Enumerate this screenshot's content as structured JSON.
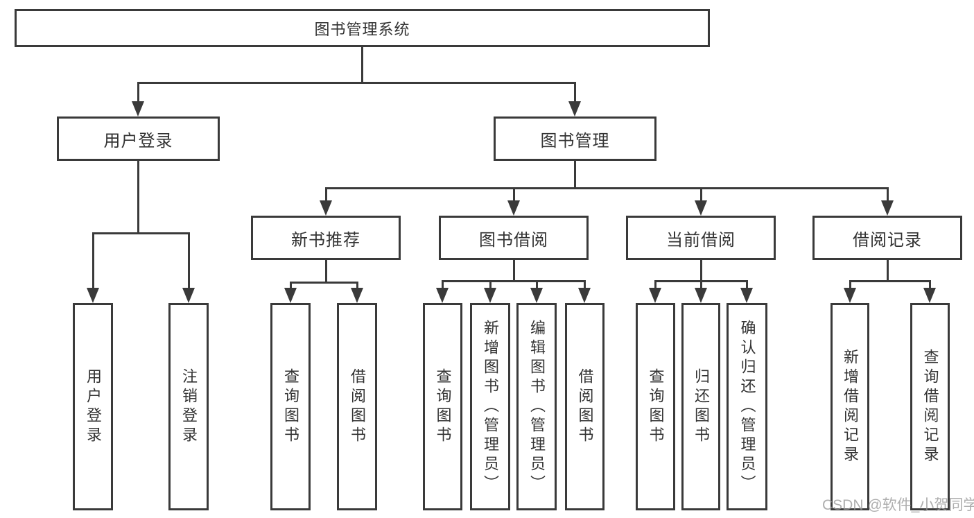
{
  "diagram": {
    "root": {
      "label": "图书管理系统"
    },
    "branches": {
      "user_login": {
        "label": "用户登录",
        "children": {
          "login": {
            "label": "用户登录"
          },
          "logout": {
            "label": "注销登录"
          }
        }
      },
      "book_mgmt": {
        "label": "图书管理",
        "children": {
          "new_book": {
            "label": "新书推荐",
            "children": {
              "query_book": {
                "label": "查询图书"
              },
              "borrow_book": {
                "label": "借阅图书"
              }
            }
          },
          "book_borrow": {
            "label": "图书借阅",
            "children": {
              "query_book": {
                "label": "查询图书"
              },
              "add_book": {
                "label": "新增图书（管理员）"
              },
              "edit_book": {
                "label": "编辑图书（管理员）"
              },
              "borrow_book": {
                "label": "借阅图书"
              }
            }
          },
          "current_borrow": {
            "label": "当前借阅",
            "children": {
              "query_book": {
                "label": "查询图书"
              },
              "return_book": {
                "label": "归还图书"
              },
              "confirm_return": {
                "label": "确认归还（管理员）"
              }
            }
          },
          "borrow_records": {
            "label": "借阅记录",
            "children": {
              "add_record": {
                "label": "新增借阅记录"
              },
              "query_record": {
                "label": "查询借阅记录"
              }
            }
          }
        }
      }
    },
    "watermark": "CSDN @软件_小贺同学",
    "colors": {
      "line": "#3a3a3a",
      "text": "#333333",
      "background": "#ffffff",
      "watermark": "#9a9a9a"
    }
  }
}
